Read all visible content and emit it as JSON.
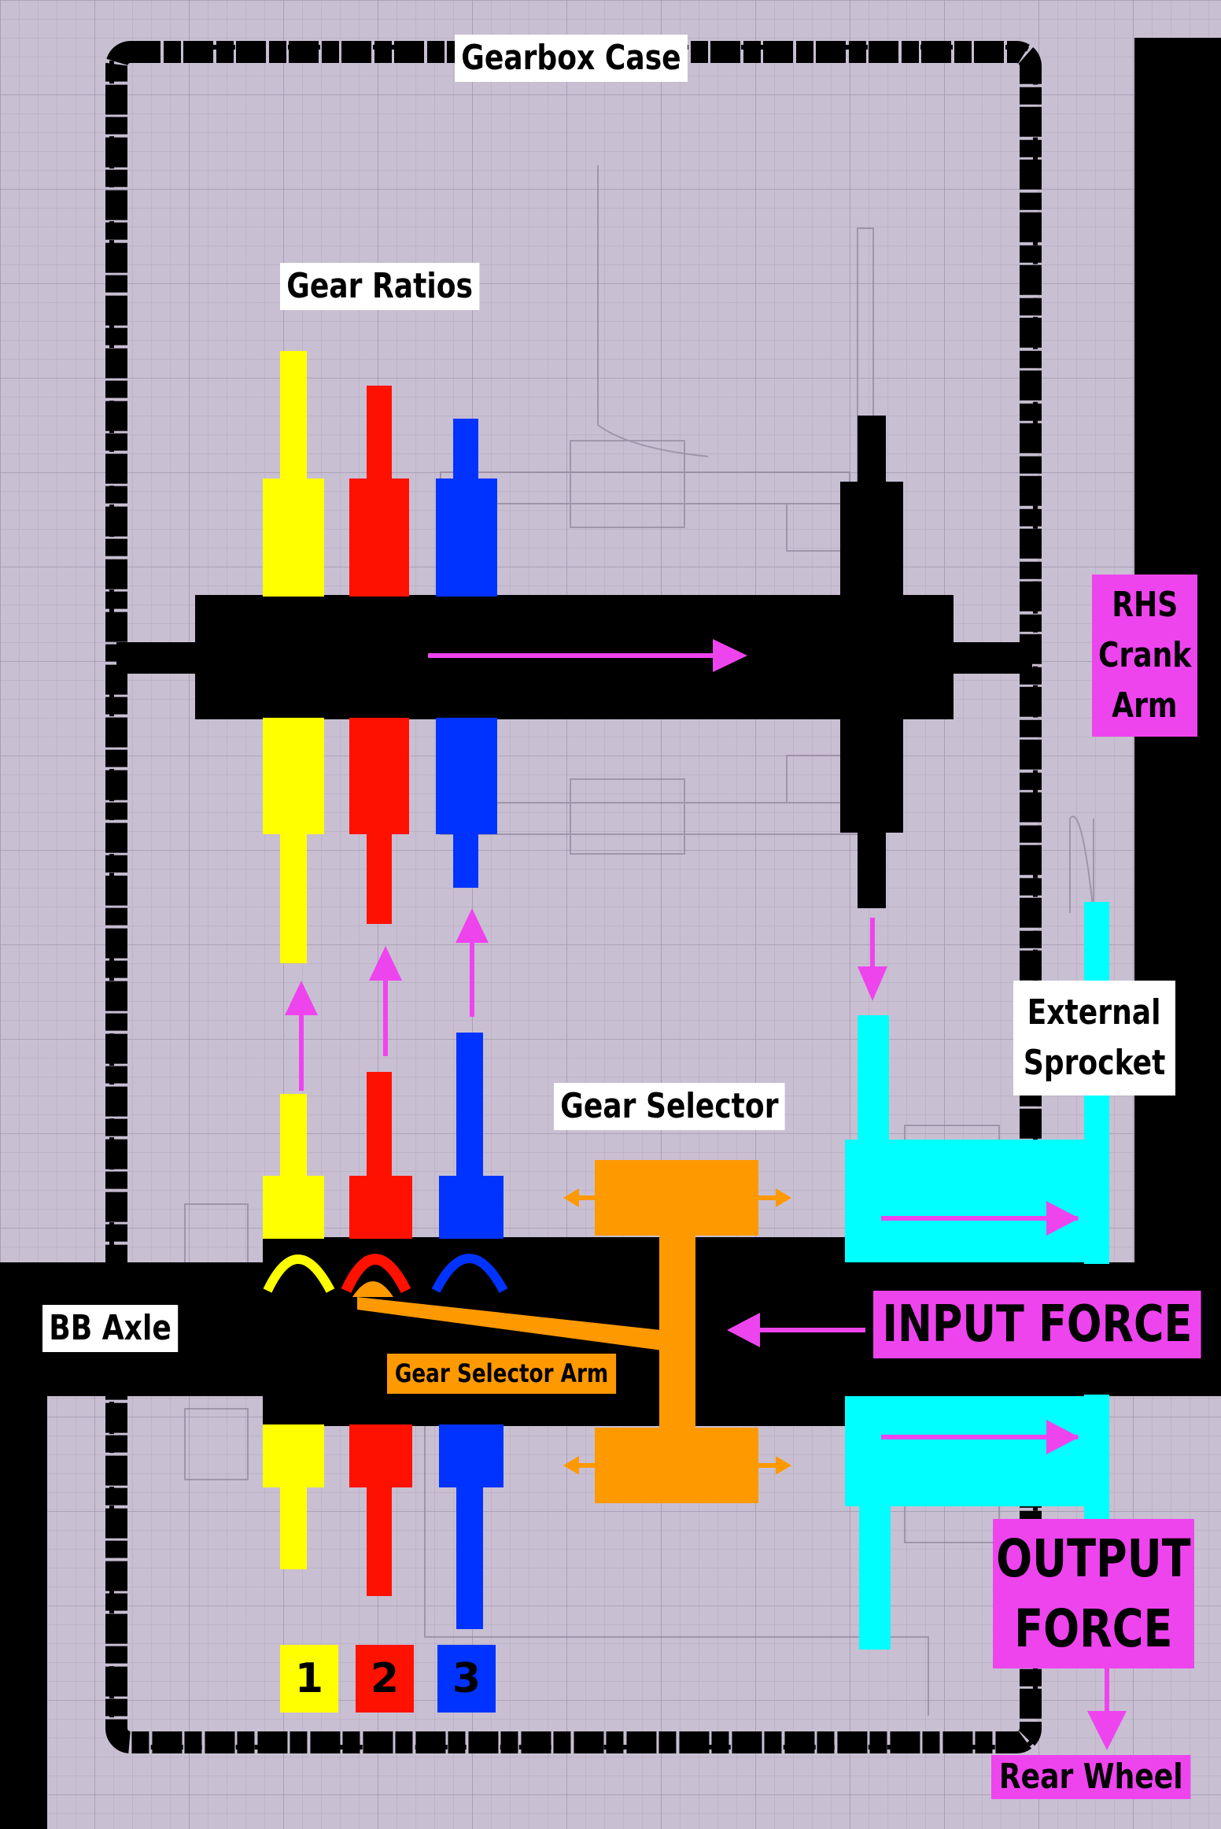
{
  "labels": {
    "gearbox_case": "Gearbox Case",
    "gear_ratios": "Gear Ratios",
    "rhs_crank_arm": [
      "RHS",
      "Crank",
      "Arm"
    ],
    "external_sprocket": [
      "External",
      "Sprocket"
    ],
    "gear_selector": "Gear Selector",
    "bb_axle": "BB Axle",
    "input_force": "INPUT FORCE",
    "gear_selector_arm": "Gear Selector Arm",
    "output_force": [
      "OUTPUT",
      "FORCE"
    ],
    "rear_wheel": "Rear Wheel"
  },
  "gears": [
    {
      "number": "1",
      "color": "#ffff00"
    },
    {
      "number": "2",
      "color": "#ff1100"
    },
    {
      "number": "3",
      "color": "#0033ff"
    }
  ],
  "colors": {
    "background": "#c9bfd3",
    "grid": "#a99fb4",
    "black": "#000000",
    "magenta": "#ee44ee",
    "orange": "#ff9900",
    "cyan": "#00ffff",
    "yellow": "#ffff00",
    "red": "#ff1100",
    "blue": "#0033ff"
  }
}
